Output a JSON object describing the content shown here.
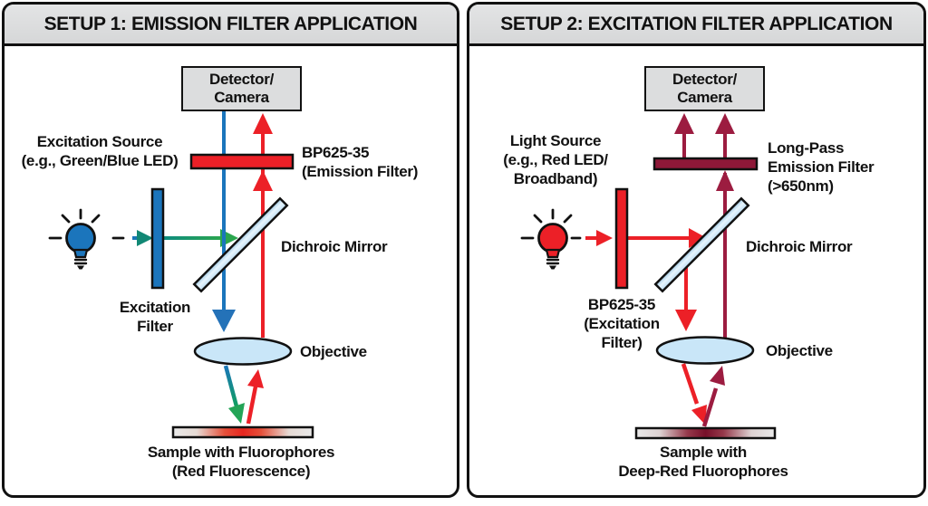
{
  "panels": [
    {
      "title": "SETUP 1: EMISSION FILTER APPLICATION",
      "detector_label": "Detector/\nCamera",
      "labels": {
        "source": "Excitation Source\n(e.g., Green/Blue LED)",
        "emission_filter": "BP625-35\n(Emission Filter)",
        "excitation_filter": "Excitation\nFilter",
        "dichroic": "Dichroic Mirror",
        "objective": "Objective",
        "sample": "Sample with Fluorophores\n(Red Fluorescence)"
      }
    },
    {
      "title": "SETUP 2: EXCITATION FILTER APPLICATION",
      "detector_label": "Detector/\nCamera",
      "labels": {
        "source": "Light Source\n(e.g., Red LED/\nBroadband)",
        "emission_filter": "Long-Pass\nEmission Filter\n(>650nm)",
        "excitation_filter": "BP625-35\n(Excitation\nFilter)",
        "dichroic": "Dichroic Mirror",
        "objective": "Objective",
        "sample": "Sample with\nDeep-Red Fluorophores"
      }
    }
  ],
  "colors": {
    "blue": "#1B75BC",
    "red": "#EC2027",
    "green": "#2BA64E",
    "teal": "#0E8C80",
    "maroon": "#9C1C40",
    "maroon_bar": "#8E1838",
    "light_blue": "#C9E6F8",
    "box_gray": "#DCDDDE",
    "ink": "#111111"
  }
}
